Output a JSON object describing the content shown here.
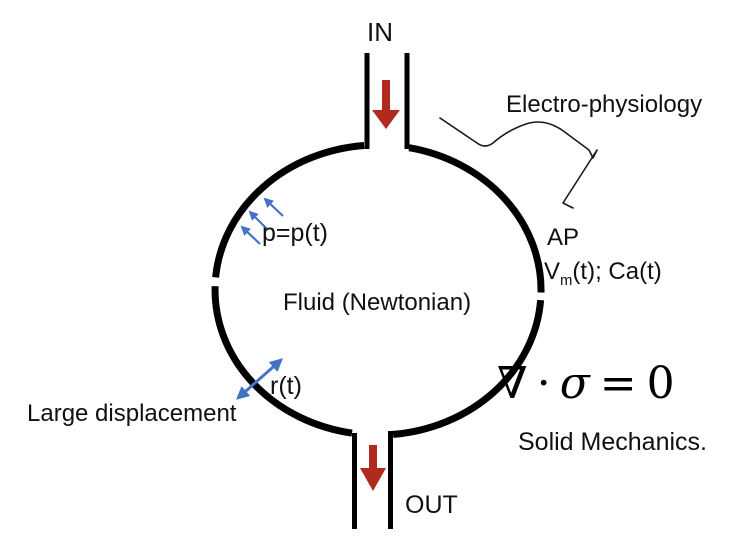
{
  "diagram": {
    "inlet_label": "IN",
    "outlet_label": "OUT",
    "fluid_label": "Fluid (Newtonian)",
    "pressure_label": "p=p(t)",
    "radius_label": "r(t)",
    "displacement_label": "Large displacement",
    "electrophysiology_label": "Electro-physiology",
    "ap_label": "AP",
    "membrane_potential": {
      "symbol": "V",
      "subscript": "m",
      "rest": "(t); Ca(t)"
    },
    "equation": {
      "nabla": "∇",
      "dot": "·",
      "sigma": "σ",
      "equals": "=",
      "zero": "0"
    },
    "solid_mechanics_label": "Solid Mechanics.",
    "colors": {
      "wall": "#000000",
      "flow_arrow": "#B02A1E",
      "annotation_arrow": "#4472C4",
      "pointer_line": "#1a1a1a",
      "background": "#FFFFFF"
    }
  }
}
